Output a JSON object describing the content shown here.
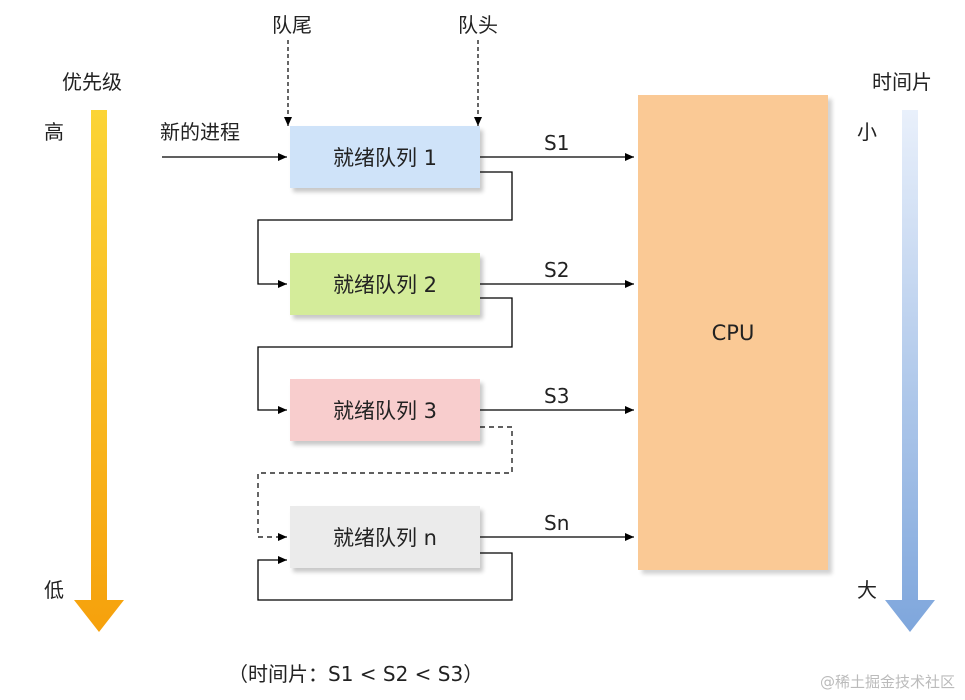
{
  "labels": {
    "tail": "队尾",
    "head": "队头",
    "priority": "优先级",
    "priority_high": "高",
    "priority_low": "低",
    "timeslice": "时间片",
    "timeslice_small": "小",
    "timeslice_large": "大",
    "new_process": "新的进程",
    "footnote": "（时间片：S1 < S2 < S3）",
    "watermark": "@稀土掘金技术社区"
  },
  "queues": [
    {
      "label": "就绪队列 1",
      "slice": "S1",
      "color": "#cfe3f9"
    },
    {
      "label": "就绪队列 2",
      "slice": "S2",
      "color": "#d4ec9a"
    },
    {
      "label": "就绪队列 3",
      "slice": "S3",
      "color": "#f8cdcd"
    },
    {
      "label": "就绪队列 n",
      "slice": "Sn",
      "color": "#ebebeb"
    }
  ],
  "cpu": {
    "label": "CPU",
    "color": "#fac995"
  },
  "colors": {
    "priority_arrow_top": "#fbd436",
    "priority_arrow_bottom": "#f6a10c",
    "timeslice_arrow_top": "#e9f0fb",
    "timeslice_arrow_bottom": "#7ea6dc"
  }
}
